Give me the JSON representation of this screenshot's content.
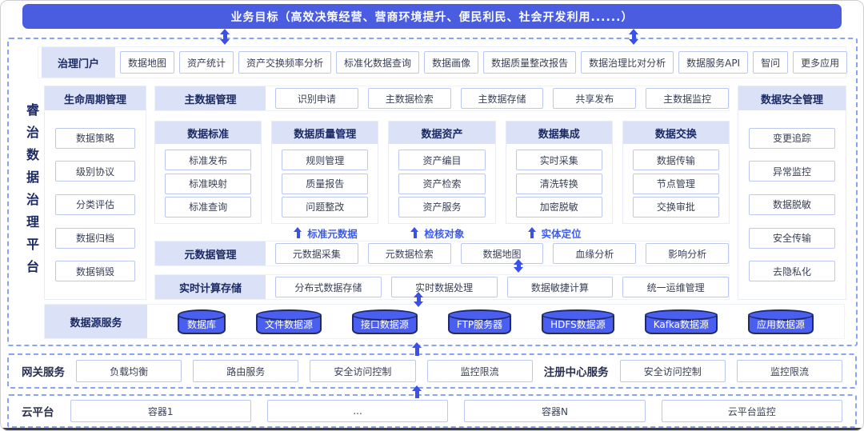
{
  "banner": {
    "text": "业务目标（高效决策经营、营商环境提升、便民利民、社会开发利用......）"
  },
  "platform": {
    "vertical_label": "睿治数据治理平台"
  },
  "portal": {
    "label": "治理门户",
    "items": [
      "数据地图",
      "资产统计",
      "资产交换频率分析",
      "标准化数据查询",
      "数据画像",
      "数据质量整改报告",
      "数据治理比对分析",
      "数据服务API",
      "智问",
      "更多应用"
    ]
  },
  "lifecycle": {
    "label": "生命周期管理",
    "items": [
      "数据策略",
      "级别协议",
      "分类评估",
      "数据归档",
      "数据销毁"
    ]
  },
  "master_data": {
    "label": "主数据管理",
    "items": [
      "识别申请",
      "主数据检索",
      "主数据存储",
      "共享发布",
      "主数据监控"
    ]
  },
  "modules": [
    {
      "label": "数据标准",
      "items": [
        "标准发布",
        "标准映射",
        "标准查询"
      ]
    },
    {
      "label": "数据质量管理",
      "items": [
        "规则管理",
        "质量报告",
        "问题整改"
      ]
    },
    {
      "label": "数据资产",
      "items": [
        "资产编目",
        "资产检索",
        "资产服务"
      ]
    },
    {
      "label": "数据集成",
      "items": [
        "实时采集",
        "清洗转换",
        "加密脱敏"
      ]
    },
    {
      "label": "数据交换",
      "items": [
        "数据传输",
        "节点管理",
        "交换审批"
      ]
    }
  ],
  "flow_labels": [
    "标准元数据",
    "检核对象",
    "实体定位"
  ],
  "metadata_mgmt": {
    "label": "元数据管理",
    "items": [
      "元数据采集",
      "元数据检索",
      "数据地图",
      "血缘分析",
      "影响分析"
    ]
  },
  "realtime": {
    "label": "实时计算存储",
    "items": [
      "分布式数据存储",
      "实时数据处理",
      "数据敏捷计算",
      "统一运维管理"
    ]
  },
  "security": {
    "label": "数据安全管理",
    "items": [
      "变更追踪",
      "异常监控",
      "数据脱敏",
      "安全传输",
      "去隐私化"
    ]
  },
  "datasources": {
    "label": "数据源服务",
    "items": [
      "数据库",
      "文件数据源",
      "接口数据源",
      "FTP服务器",
      "HDFS数据源",
      "Kafka数据源",
      "应用数据源"
    ]
  },
  "gateway": {
    "label": "网关服务",
    "items": [
      "负载均衡",
      "路由服务",
      "安全访问控制",
      "监控限流"
    ],
    "registry": {
      "label": "注册中心服务",
      "items": [
        "安全访问控制",
        "监控限流"
      ]
    }
  },
  "cloud": {
    "label": "云平台",
    "items": [
      "容器1",
      "...",
      "容器N",
      "云平台监控"
    ]
  },
  "colors": {
    "banner": "#4a5ce0",
    "accent": "#3b50e8",
    "header_bg": "#dbe2f7",
    "header_text": "#1b2a64",
    "chip_border": "#bcc8f0",
    "chip_text": "#3a4156",
    "cylinder_fill": "#4a5ff0",
    "cylinder_stroke": "#1f2a66",
    "dashed_border": "#8aa3f2",
    "flow_text": "#3c5bee"
  }
}
